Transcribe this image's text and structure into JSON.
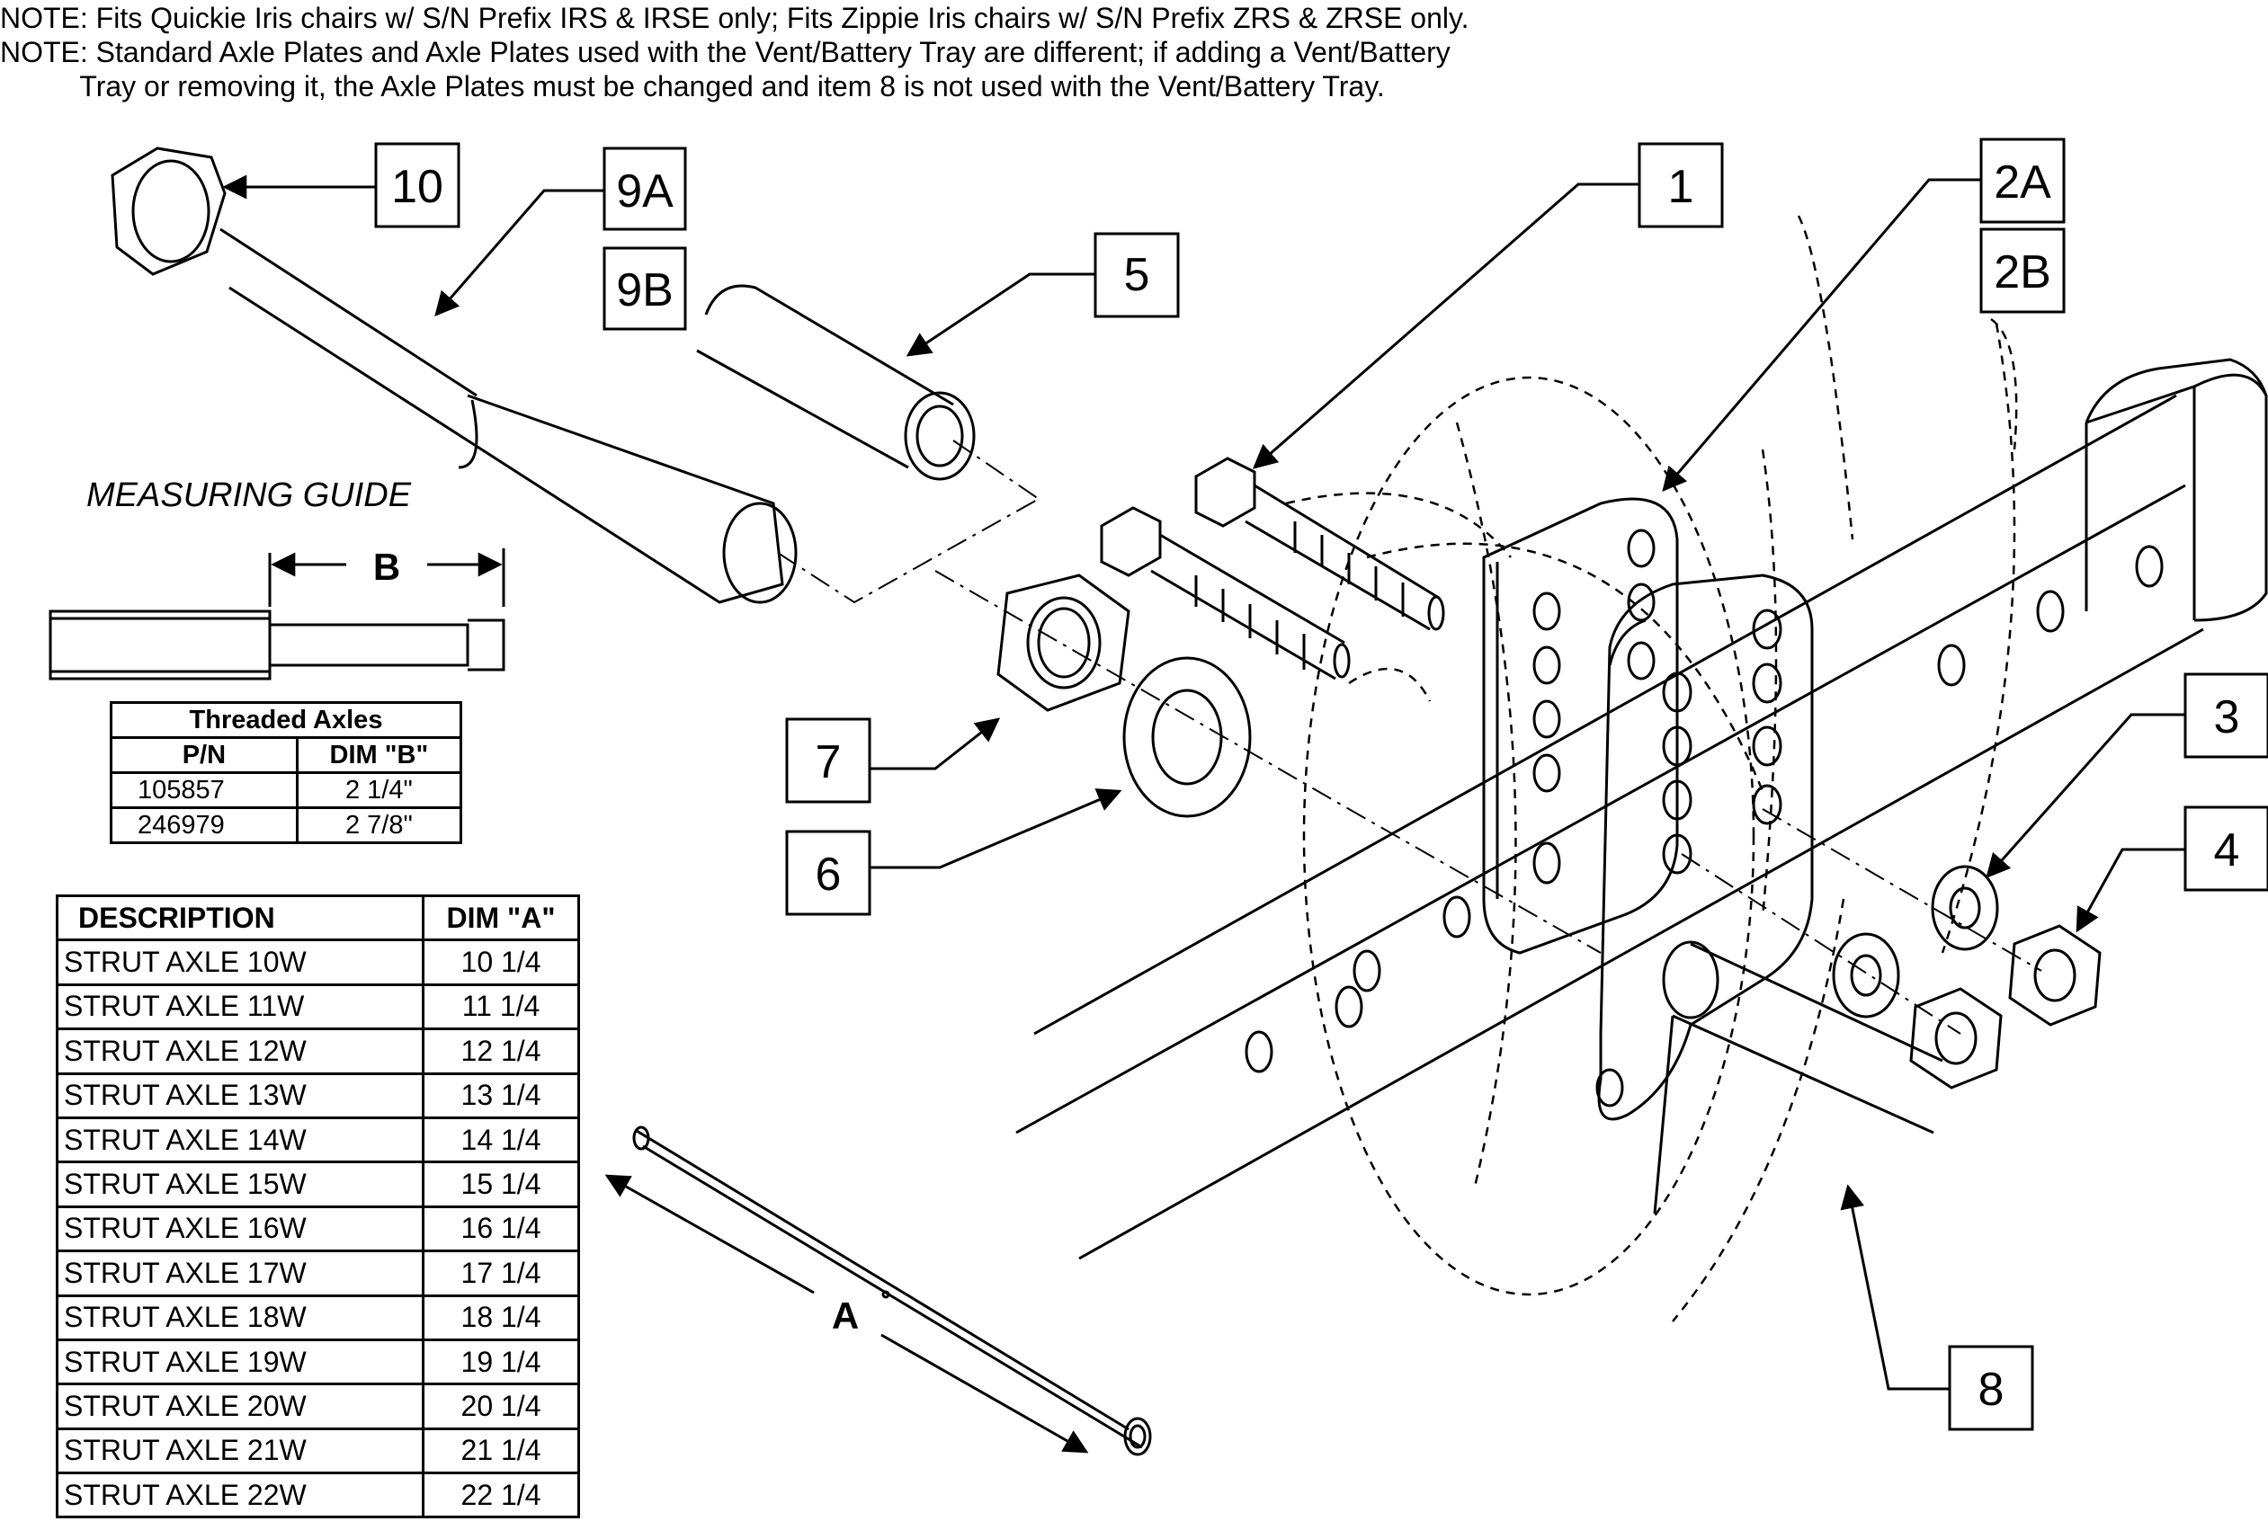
{
  "notes": [
    "NOTE: Fits Quickie Iris chairs w/ S/N Prefix IRS & IRSE only; Fits Zippie Iris chairs w/ S/N Prefix ZRS & ZRSE only.",
    "NOTE: Standard Axle Plates and Axle Plates used with the Vent/Battery Tray are different; if adding a Vent/Battery",
    "          Tray or removing it, the Axle Plates must be changed and item 8 is not used with the Vent/Battery Tray."
  ],
  "measuring_guide": {
    "title": "MEASURING GUIDE",
    "dim_label": "B"
  },
  "threaded_axles": {
    "title": "Threaded Axles",
    "headers": [
      "P/N",
      "DIM \"B\""
    ],
    "rows": [
      {
        "pn": "105857",
        "dim": "2 1/4\""
      },
      {
        "pn": "246979",
        "dim": "2 7/8\""
      }
    ]
  },
  "strut_axles": {
    "headers": [
      "DESCRIPTION",
      "DIM \"A\""
    ],
    "rows": [
      {
        "desc": "STRUT AXLE 10W",
        "dim": "10 1/4"
      },
      {
        "desc": "STRUT AXLE 11W",
        "dim": "11 1/4"
      },
      {
        "desc": "STRUT AXLE 12W",
        "dim": "12 1/4"
      },
      {
        "desc": "STRUT AXLE 13W",
        "dim": "13 1/4"
      },
      {
        "desc": "STRUT AXLE 14W",
        "dim": "14 1/4"
      },
      {
        "desc": "STRUT AXLE 15W",
        "dim": "15 1/4"
      },
      {
        "desc": "STRUT AXLE 16W",
        "dim": "16 1/4"
      },
      {
        "desc": "STRUT AXLE 17W",
        "dim": "17 1/4"
      },
      {
        "desc": "STRUT AXLE 18W",
        "dim": "18 1/4"
      },
      {
        "desc": "STRUT AXLE 19W",
        "dim": "19 1/4"
      },
      {
        "desc": "STRUT AXLE 20W",
        "dim": "20 1/4"
      },
      {
        "desc": "STRUT AXLE 21W",
        "dim": "21 1/4"
      },
      {
        "desc": "STRUT AXLE 22W",
        "dim": "22 1/4"
      }
    ]
  },
  "dim_a_label": "A",
  "callouts": {
    "c1": "1",
    "c2a": "2A",
    "c2b": "2B",
    "c3": "3",
    "c4": "4",
    "c5": "5",
    "c6": "6",
    "c7": "7",
    "c8": "8",
    "c9a": "9A",
    "c9b": "9B",
    "c10": "10"
  }
}
